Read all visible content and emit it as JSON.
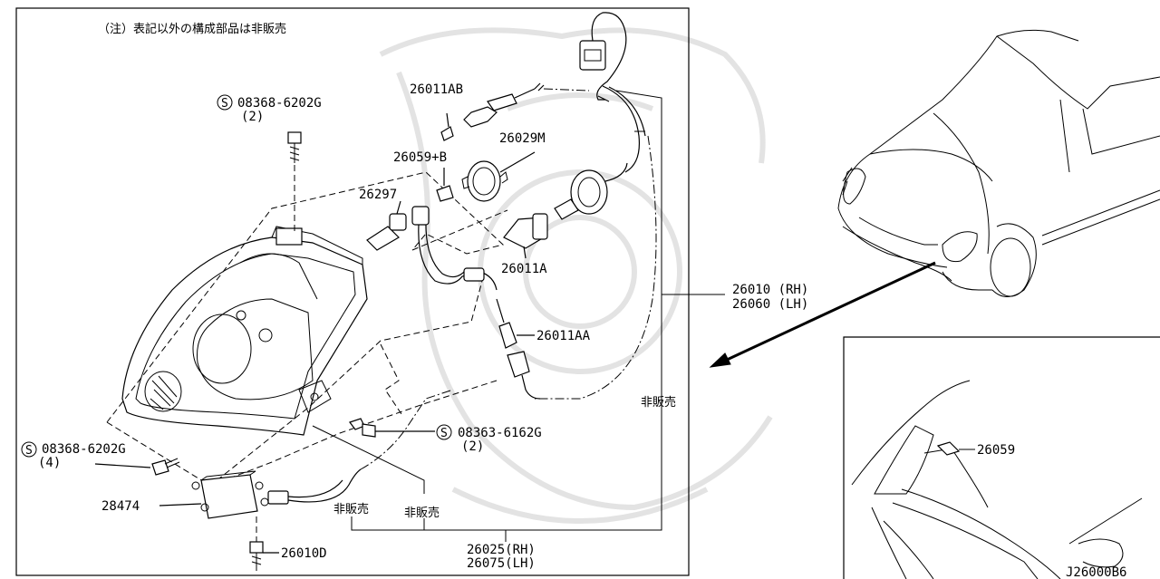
{
  "note": "（注）表記以外の構成部品は非販売",
  "labels": {
    "bolt_top_code": "08368-6202G",
    "bolt_top_qty": "(2)",
    "p26011AB": "26011AB",
    "p26029M": "26029M",
    "p26059B": "26059+B",
    "p26297": "26297",
    "p26011A": "26011A",
    "p26011AA": "26011AA",
    "assy_rh": "26010 (RH)",
    "assy_lh": "26060 (LH)",
    "not_sold_1": "非販売",
    "screw_code": "08363-6162G",
    "screw_qty": "(2)",
    "bolt_left_code": "08368-6202G",
    "bolt_left_qty": "(4)",
    "p28474": "28474",
    "not_sold_2": "非販売",
    "not_sold_3": "非販売",
    "p26010D": "26010D",
    "sub_rh": "26025(RH)",
    "sub_lh": "26075(LH)",
    "p26059": "26059",
    "diagram_code": "J26000B6"
  },
  "symbols": {
    "screw_mark": "S"
  }
}
